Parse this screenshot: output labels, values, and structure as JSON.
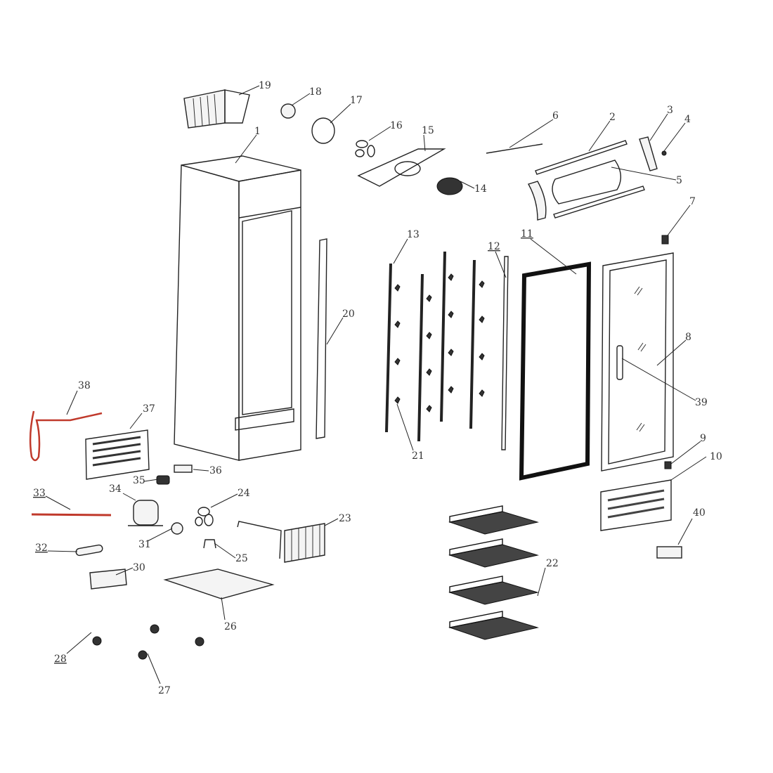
{
  "diagram": {
    "type": "exploded-parts-view",
    "part_labels": [
      "1",
      "2",
      "3",
      "4",
      "5",
      "6",
      "7",
      "8",
      "9",
      "10",
      "11",
      "12",
      "13",
      "14",
      "15",
      "16",
      "17",
      "18",
      "19",
      "20",
      "21",
      "22",
      "23",
      "24",
      "25",
      "26",
      "27",
      "28",
      "30",
      "31",
      "32",
      "33",
      "34",
      "35",
      "36",
      "37",
      "38",
      "39",
      "40"
    ],
    "underlined_labels": [
      "11",
      "12",
      "28",
      "32",
      "33"
    ],
    "colors": {
      "line": "#222222",
      "cable_red": "#c0392b",
      "label": "#333333"
    }
  }
}
